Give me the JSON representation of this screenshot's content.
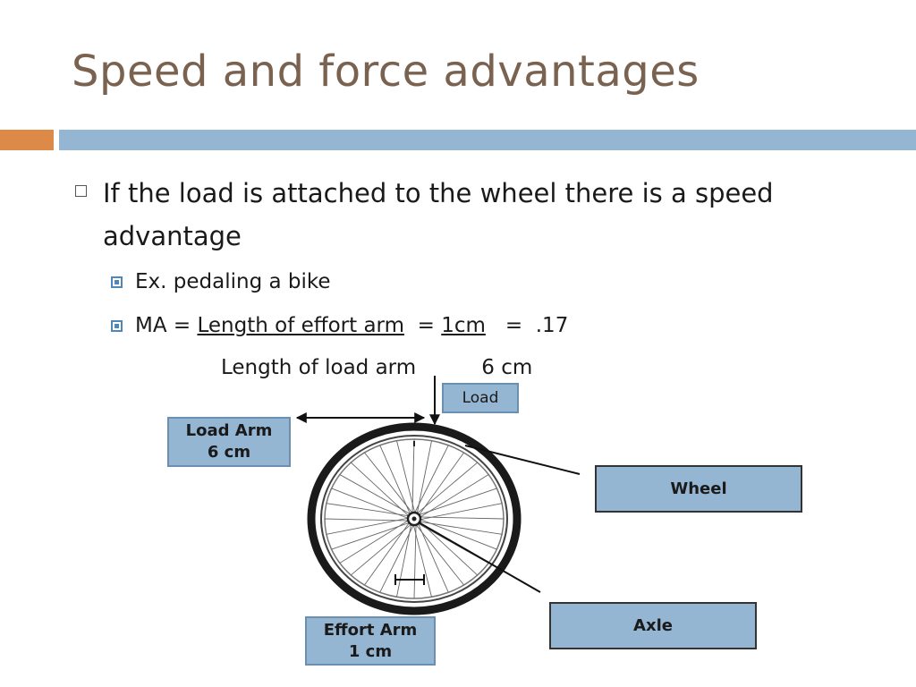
{
  "slide": {
    "title": "Speed and force advantages",
    "accent_colors": {
      "orange": "#dd8a48",
      "blue": "#94b6d2"
    }
  },
  "bullets": {
    "main_line1": "If the load is attached to the wheel there is a speed",
    "main_line2": "advantage",
    "sub1": "Ex. pedaling a bike",
    "ma_prefix": "MA = ",
    "ma_numerator": "Length of effort arm",
    "ma_eq1": "  = ",
    "ma_num_value": "1cm",
    "ma_eq2": "   =  .17",
    "denominator": "Length of load arm          6 cm"
  },
  "diagram": {
    "load_label": "Load",
    "load_arm_line1": "Load Arm",
    "load_arm_line2": "6 cm",
    "wheel_label": "Wheel",
    "axle_label": "Axle",
    "effort_arm_line1": "Effort Arm",
    "effort_arm_line2": "1 cm"
  }
}
